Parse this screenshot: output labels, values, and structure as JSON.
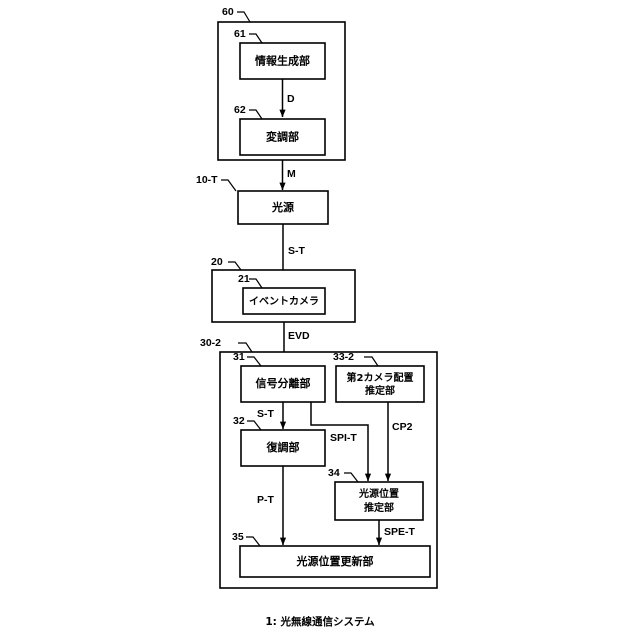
{
  "figure": {
    "caption": "1: 光無線通信システム",
    "background_color": "#ffffff",
    "line_color": "#000000"
  },
  "containers": [
    {
      "id": "transmitter-unit",
      "ref": "60"
    },
    {
      "id": "camera-unit",
      "ref": "20"
    },
    {
      "id": "processing-unit",
      "ref": "30-2"
    }
  ],
  "blocks": [
    {
      "id": "info-generator",
      "ref": "61",
      "label": "情報生成部",
      "label2": ""
    },
    {
      "id": "modulator",
      "ref": "62",
      "label": "変調部",
      "label2": ""
    },
    {
      "id": "light-source",
      "ref": "10-T",
      "label": "光源",
      "label2": ""
    },
    {
      "id": "event-camera",
      "ref": "21",
      "label": "イベントカメラ",
      "label2": ""
    },
    {
      "id": "signal-separator",
      "ref": "31",
      "label": "信号分離部",
      "label2": ""
    },
    {
      "id": "second-camera-pose-est",
      "ref": "33-2",
      "label": "第2カメラ配置",
      "label2": "推定部"
    },
    {
      "id": "demodulator",
      "ref": "32",
      "label": "復調部",
      "label2": ""
    },
    {
      "id": "light-source-pos-est",
      "ref": "34",
      "label": "光源位置",
      "label2": "推定部"
    },
    {
      "id": "light-source-pos-updater",
      "ref": "35",
      "label": "光源位置更新部",
      "label2": ""
    }
  ],
  "signals": [
    {
      "id": "sig-d",
      "label": "D"
    },
    {
      "id": "sig-m",
      "label": "M"
    },
    {
      "id": "sig-st-1",
      "label": "S-T"
    },
    {
      "id": "sig-evd",
      "label": "EVD"
    },
    {
      "id": "sig-st-2",
      "label": "S-T"
    },
    {
      "id": "sig-spit",
      "label": "SPI-T"
    },
    {
      "id": "sig-cp2",
      "label": "CP2"
    },
    {
      "id": "sig-pt",
      "label": "P-T"
    },
    {
      "id": "sig-spet",
      "label": "SPE-T"
    }
  ]
}
